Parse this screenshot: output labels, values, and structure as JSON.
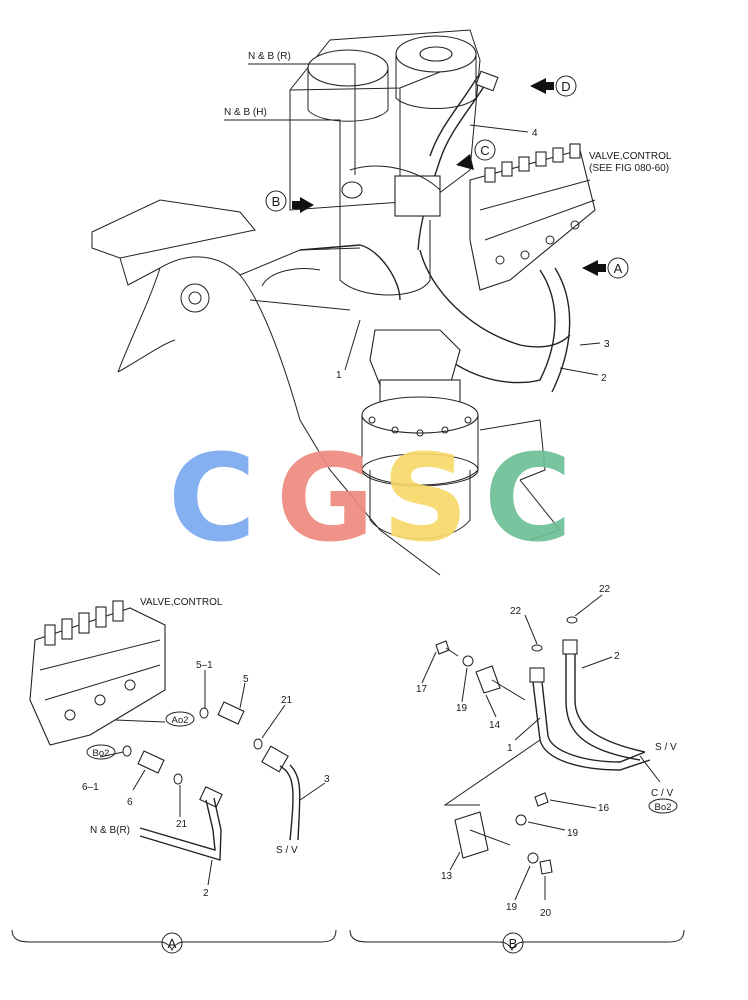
{
  "top_view": {
    "labels": {
      "nb_r": "N & B (R)",
      "nb_h": "N & B (H)",
      "valve": "VALVE,CONTROL",
      "see_fig": "(SEE FIG 080-60)",
      "part_4": "4",
      "part_3": "3",
      "part_2": "2",
      "part_1": "1"
    },
    "view_markers": {
      "a": "A",
      "b": "B",
      "c": "C",
      "d": "D"
    }
  },
  "watermark": {
    "letters": [
      "C",
      "G",
      "S",
      "C"
    ],
    "colors": [
      "#7aaaf0",
      "#ee8a80",
      "#f7d86a",
      "#6dbf96"
    ]
  },
  "detail_a": {
    "title": "VALVE,CONTROL",
    "marker": "A",
    "tags": {
      "ao2": "Ao2",
      "bo2": "Bo2"
    },
    "labels": {
      "p5_1": "5–1",
      "p5": "5",
      "p21a": "21",
      "p3": "3",
      "p6_1": "6–1",
      "p6": "6",
      "p21b": "21",
      "nb_r": "N & B(R)",
      "p2": "2",
      "sv": "S / V"
    }
  },
  "detail_b": {
    "marker": "B",
    "tag": "Bo2",
    "labels": {
      "p22a": "22",
      "p22b": "22",
      "p2": "2",
      "p17": "17",
      "p19a": "19",
      "p14": "14",
      "p1": "1",
      "sv": "S / V",
      "cv": "C / V",
      "p16": "16",
      "p19b": "19",
      "p13": "13",
      "p19c": "19",
      "p20": "20"
    }
  }
}
